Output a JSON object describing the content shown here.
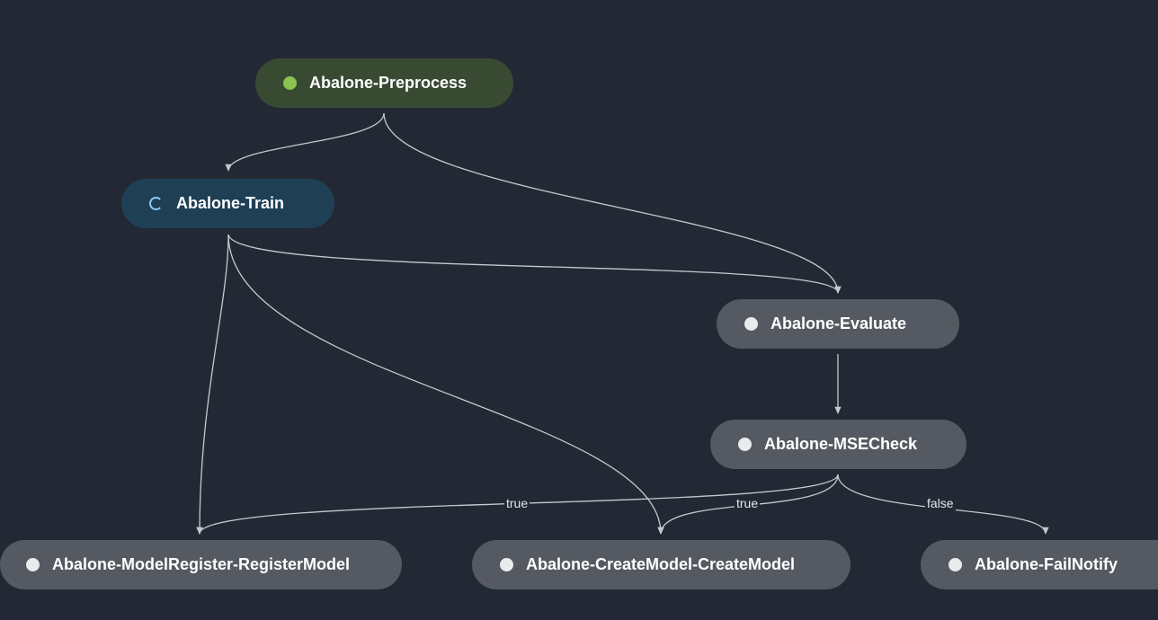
{
  "pipeline": {
    "colors": {
      "background": "#222834",
      "edge": "#c4c9d1",
      "succeeded_node": "#394a33",
      "succeeded_dot": "#8ac44f",
      "executing_node": "#1f3f55",
      "executing_spinner": "#8fc8f0",
      "pending_node": "#555961",
      "pending_dot": "#e9ebed"
    },
    "nodes": [
      {
        "id": "preprocess",
        "label": "Abalone-Preprocess",
        "status": "succeeded"
      },
      {
        "id": "train",
        "label": "Abalone-Train",
        "status": "executing"
      },
      {
        "id": "evaluate",
        "label": "Abalone-Evaluate",
        "status": "pending"
      },
      {
        "id": "msecheck",
        "label": "Abalone-MSECheck",
        "status": "pending"
      },
      {
        "id": "register",
        "label": "Abalone-ModelRegister-RegisterModel",
        "status": "pending"
      },
      {
        "id": "createmodel",
        "label": "Abalone-CreateModel-CreateModel",
        "status": "pending"
      },
      {
        "id": "failnotify",
        "label": "Abalone-FailNotify",
        "status": "pending"
      }
    ],
    "edges": [
      {
        "from": "preprocess",
        "to": "train",
        "label": ""
      },
      {
        "from": "preprocess",
        "to": "evaluate",
        "label": ""
      },
      {
        "from": "train",
        "to": "evaluate",
        "label": ""
      },
      {
        "from": "train",
        "to": "register",
        "label": ""
      },
      {
        "from": "train",
        "to": "createmodel",
        "label": ""
      },
      {
        "from": "evaluate",
        "to": "msecheck",
        "label": ""
      },
      {
        "from": "msecheck",
        "to": "register",
        "label": "true"
      },
      {
        "from": "msecheck",
        "to": "createmodel",
        "label": "true"
      },
      {
        "from": "msecheck",
        "to": "failnotify",
        "label": "false"
      }
    ]
  }
}
